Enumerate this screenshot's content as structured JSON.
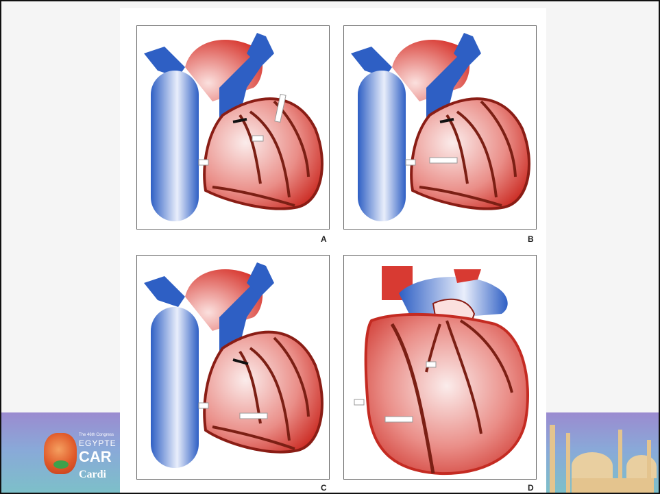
{
  "figure": {
    "panels": [
      {
        "label": "A",
        "view": "anterior"
      },
      {
        "label": "B",
        "view": "anterior"
      },
      {
        "label": "C",
        "view": "anterior"
      },
      {
        "label": "D",
        "view": "anterior-oblique"
      }
    ]
  },
  "banner": {
    "small_text": "The 46th Congress",
    "egypt_text": "EGYPTE",
    "cardio_text": "CAR",
    "cardio2_text": "Cardi"
  },
  "colors": {
    "artery_red": "#d0332c",
    "vein_blue": "#2e5fc4",
    "coronary": "#7b1f14",
    "banner_top": "#9b8bd0",
    "banner_bottom": "#7cc1c8"
  }
}
